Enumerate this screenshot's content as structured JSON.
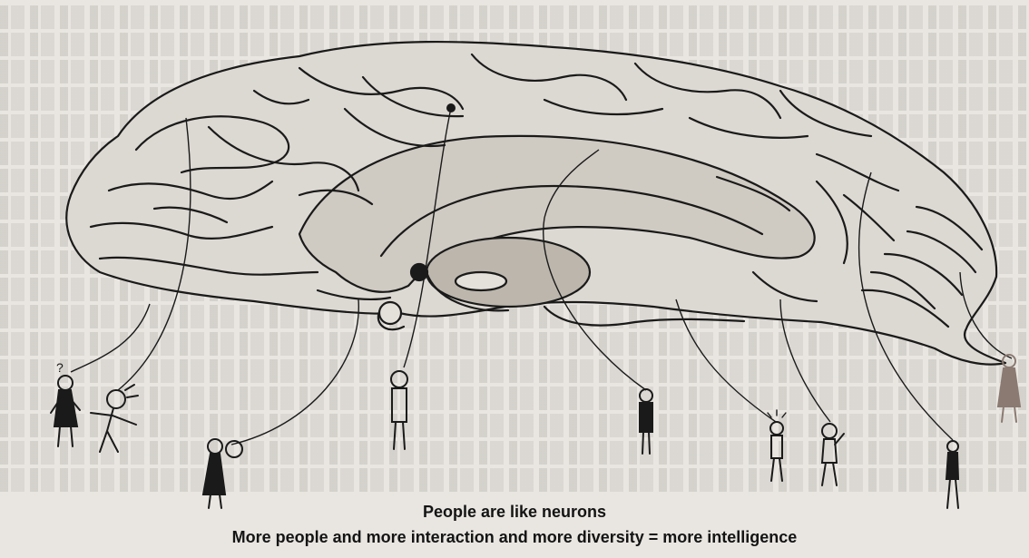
{
  "caption": {
    "title": "People are like neurons",
    "subtitle": "More people and more interaction and more diversity = more intelligence"
  },
  "colors": {
    "paper": "#e9e6e1",
    "ink": "#1a1a1a",
    "brain_fill": "#dcd8d2"
  },
  "icons": [
    "brain-illustration",
    "person-figure",
    "question-mark-icon",
    "idea-spark-icon"
  ]
}
